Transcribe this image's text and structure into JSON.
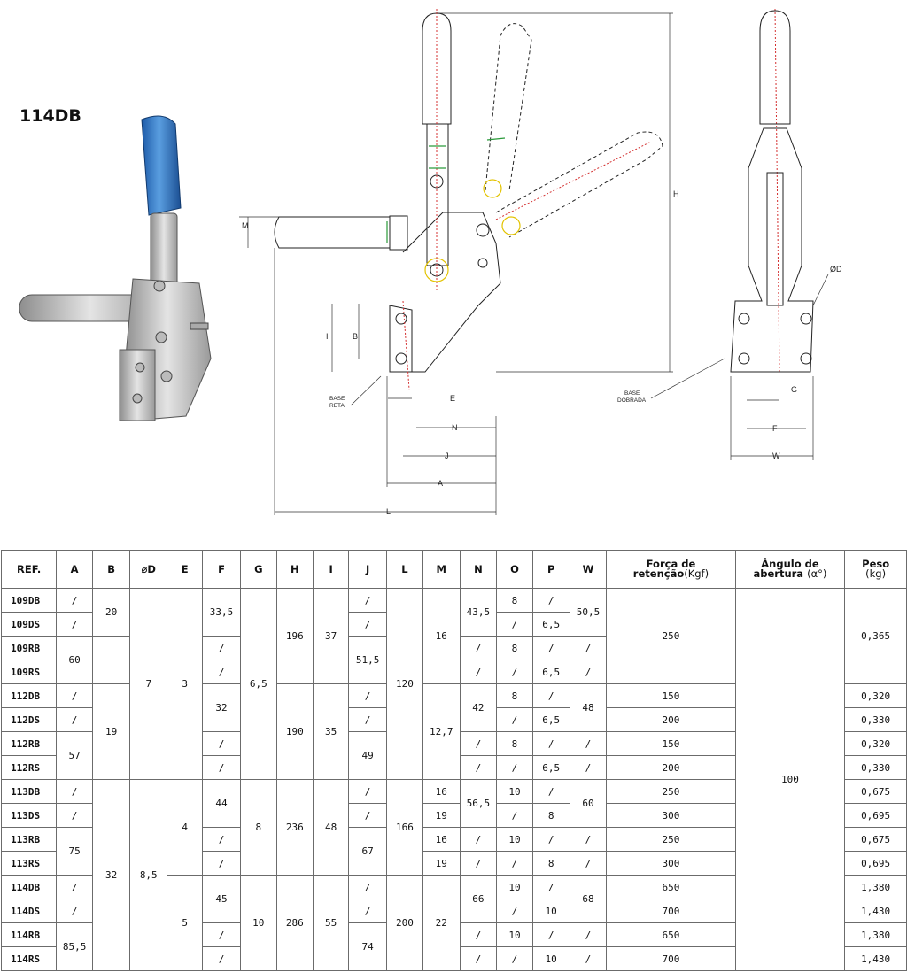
{
  "title": "114DB",
  "drawing_labels": {
    "M": "M",
    "I": "I",
    "B": "B",
    "E": "E",
    "N": "N",
    "J": "J",
    "A": "A",
    "L": "L",
    "H": "H",
    "D": "ØD",
    "G": "G",
    "F": "F",
    "W": "W",
    "base_reta_1": "BASE",
    "base_reta_2": "RETA",
    "base_dobrada_1": "BASE",
    "base_dobrada_2": "DOBRADA"
  },
  "table": {
    "headers": {
      "ref": "REF.",
      "A": "A",
      "B": "B",
      "D": "⌀D",
      "E": "E",
      "F": "F",
      "G": "G",
      "H": "H",
      "I": "I",
      "J": "J",
      "L": "L",
      "M": "M",
      "N": "N",
      "O": "O",
      "P": "P",
      "W": "W",
      "forca_1": "Força de",
      "forca_2": "retenção",
      "forca_unit": "(Kgf)",
      "angulo_1": "Ângulo de",
      "angulo_2": "abertura",
      "angulo_unit": "(α°)",
      "peso_1": "Peso",
      "peso_unit": "(kg)"
    },
    "refs": [
      "109DB",
      "109DS",
      "109RB",
      "109RS",
      "112DB",
      "112DS",
      "112RB",
      "112RS",
      "113DB",
      "113DS",
      "113RB",
      "113RS",
      "114DB",
      "114DS",
      "114RB",
      "114RS"
    ],
    "A": [
      "/",
      "/",
      "60",
      "/",
      "/",
      "57",
      "/",
      "/",
      "75",
      "/",
      "/",
      "85,5"
    ],
    "B": [
      "20",
      "19",
      "32"
    ],
    "D": [
      "7",
      "8,5"
    ],
    "E": [
      "3",
      "4",
      "5"
    ],
    "F": [
      "33,5",
      "/",
      "/",
      "32",
      "/",
      "/",
      "44",
      "/",
      "/",
      "45",
      "/",
      "/"
    ],
    "G": [
      "6,5",
      "8",
      "10"
    ],
    "H": [
      "196",
      "190",
      "236",
      "286"
    ],
    "I": [
      "37",
      "35",
      "48",
      "55"
    ],
    "J": [
      "/",
      "/",
      "51,5",
      "/",
      "/",
      "49",
      "/",
      "/",
      "67",
      "/",
      "/",
      "74"
    ],
    "L": [
      "120",
      "166",
      "200"
    ],
    "M": [
      "16",
      "12,7",
      "16",
      "19",
      "16",
      "19",
      "22"
    ],
    "N": [
      "43,5",
      "/",
      "/",
      "42",
      "/",
      "/",
      "56,5",
      "/",
      "/",
      "66",
      "/",
      "/"
    ],
    "O": [
      "8",
      "/",
      "8",
      "/",
      "8",
      "/",
      "8",
      "/",
      "10",
      "/",
      "10",
      "/",
      "10",
      "/",
      "10",
      "/"
    ],
    "P": [
      "/",
      "6,5",
      "/",
      "6,5",
      "/",
      "6,5",
      "/",
      "6,5",
      "/",
      "8",
      "/",
      "8",
      "/",
      "10",
      "/",
      "10"
    ],
    "W": [
      "50,5",
      "/",
      "/",
      "48",
      "/",
      "/",
      "60",
      "/",
      "/",
      "68",
      "/",
      "/"
    ],
    "forca": [
      "250",
      "150",
      "200",
      "150",
      "200",
      "250",
      "300",
      "250",
      "300",
      "650",
      "700",
      "650",
      "700"
    ],
    "angulo": [
      "100"
    ],
    "peso": [
      "0,365",
      "0,320",
      "0,330",
      "0,320",
      "0,330",
      "0,675",
      "0,695",
      "0,675",
      "0,695",
      "1,380",
      "1,430",
      "1,380",
      "1,430"
    ]
  }
}
